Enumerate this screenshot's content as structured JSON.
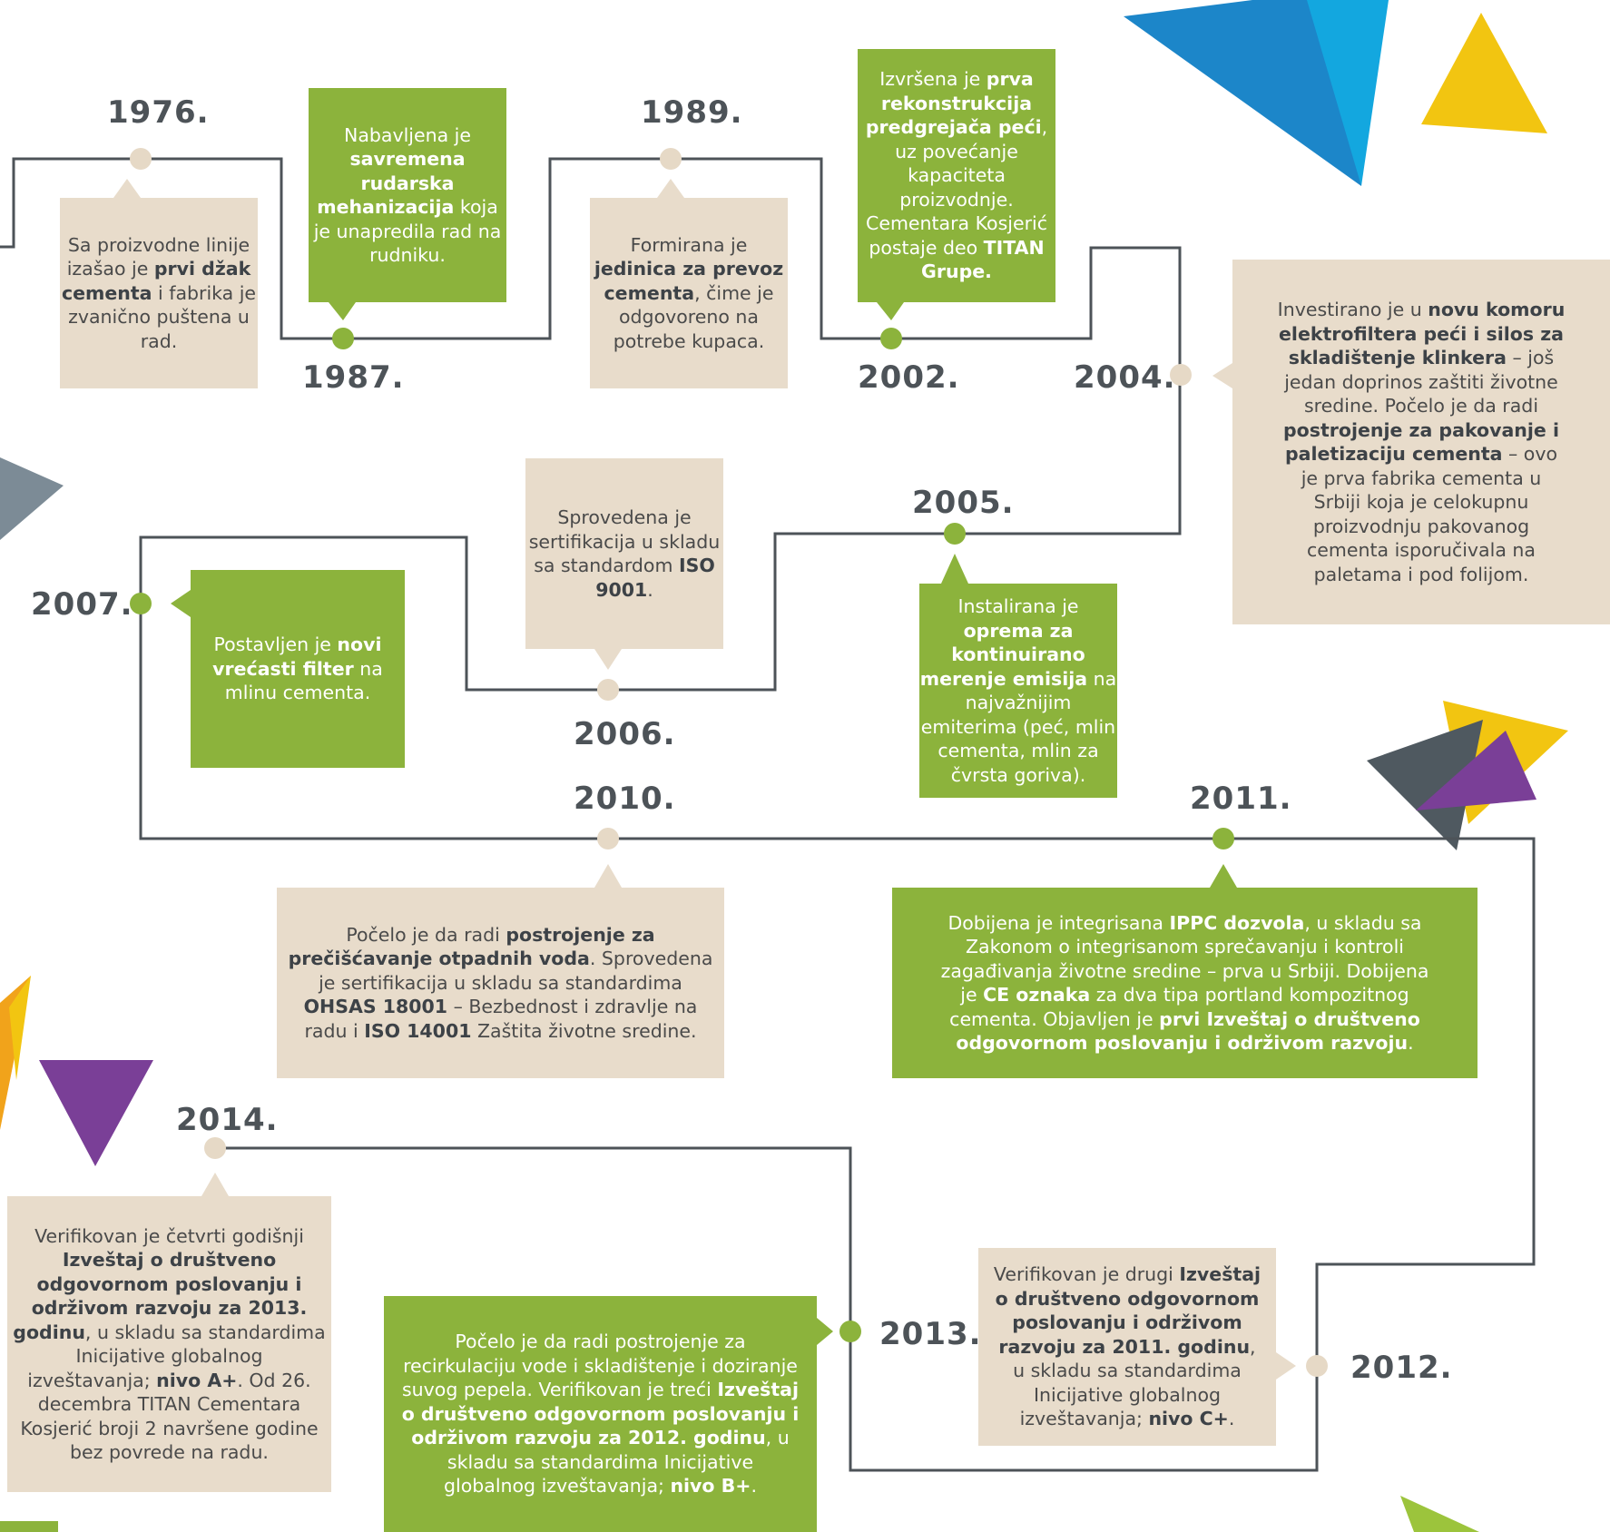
{
  "colors": {
    "line": "#4d5358",
    "beige": "#e8dccb",
    "green": "#8cb33c",
    "node_beige": "#e6d9c6",
    "node_green": "#8cb33c",
    "year_text": "#4d5358",
    "blue": "#1c86c9",
    "cyan": "#13a7df",
    "yellow": "#f2c511",
    "purple": "#7a3f97",
    "slate": "#4f5960",
    "gray": "#7c8b96",
    "orange": "#f1a31b"
  },
  "milestones": [
    {
      "year": "1976.",
      "color": "beige",
      "parts": [
        {
          "t": "Sa proizvodne linije izašao je "
        },
        {
          "t": "prvi džak cementa",
          "b": true
        },
        {
          "t": " i fabrika je zvanično puštena u rad."
        }
      ]
    },
    {
      "year": "1987.",
      "color": "green",
      "parts": [
        {
          "t": "Nabavljena je "
        },
        {
          "t": "savremena rudarska mehanizacija",
          "b": true
        },
        {
          "t": " koja je unapredila rad na rudniku."
        }
      ]
    },
    {
      "year": "1989.",
      "color": "beige",
      "parts": [
        {
          "t": "Formirana je "
        },
        {
          "t": "jedinica za prevoz cementa",
          "b": true
        },
        {
          "t": ", čime je odgovoreno na potrebe kupaca."
        }
      ]
    },
    {
      "year": "2002.",
      "color": "green",
      "parts": [
        {
          "t": "Izvršena je "
        },
        {
          "t": "prva rekonstrukcija predgrejača peći",
          "b": true
        },
        {
          "t": ", uz povećanje kapaciteta proizvodnje. Cementara Kosjerić postaje deo "
        },
        {
          "t": "TITAN Grupe.",
          "b": true
        }
      ]
    },
    {
      "year": "2004.",
      "color": "beige",
      "parts": [
        {
          "t": "Investirano je u "
        },
        {
          "t": "novu komoru elektrofiltera peći i silos za skladištenje klinkera",
          "b": true
        },
        {
          "t": " – još jedan doprinos zaštiti životne sredine. Počelo je da radi "
        },
        {
          "t": "postrojenje za pakovanje i paletizaciju cementa",
          "b": true
        },
        {
          "t": " – ovo je prva fabrika cementa u Srbiji koja je celokupnu proizvodnju pakovanog cementa isporučivala na paletama i pod folijom."
        }
      ]
    },
    {
      "year": "2005.",
      "color": "green",
      "parts": [
        {
          "t": "Instalirana je "
        },
        {
          "t": "oprema za kontinuirano merenje emisija",
          "b": true
        },
        {
          "t": " na najvažnijim emiterima (peć, mlin cementa, mlin za čvrsta goriva)."
        }
      ]
    },
    {
      "year": "2006.",
      "color": "beige",
      "parts": [
        {
          "t": "Sprovedena je sertifikacija u skladu sa standardom "
        },
        {
          "t": "ISO 9001",
          "b": true
        },
        {
          "t": "."
        }
      ]
    },
    {
      "year": "2007.",
      "color": "green",
      "parts": [
        {
          "t": "Postavljen je "
        },
        {
          "t": "novi vrećasti filter",
          "b": true
        },
        {
          "t": " na mlinu cementa."
        }
      ]
    },
    {
      "year": "2010.",
      "color": "beige",
      "parts": [
        {
          "t": "Počelo je da radi "
        },
        {
          "t": "postrojenje za prečišćavanje otpadnih voda",
          "b": true
        },
        {
          "t": ". Sprovedena je sertifikacija u skladu sa standardima "
        },
        {
          "t": "OHSAS 18001",
          "b": true
        },
        {
          "t": " – Bezbednost i zdravlje na radu i "
        },
        {
          "t": "ISO 14001",
          "b": true
        },
        {
          "t": " Zaštita životne sredine."
        }
      ]
    },
    {
      "year": "2011.",
      "color": "green",
      "parts": [
        {
          "t": "Dobijena je integrisana "
        },
        {
          "t": "IPPC dozvola",
          "b": true
        },
        {
          "t": ", u skladu sa Zakonom o integrisanom sprečavanju i kontroli zagađivanja životne sredine – prva u Srbiji. Dobijena je "
        },
        {
          "t": "CE oznaka",
          "b": true
        },
        {
          "t": " za dva tipa portland kompozitnog cementa. Objavljen je "
        },
        {
          "t": "prvi Izveštaj o društveno odgovornom poslovanju i održivom razvoju",
          "b": true
        },
        {
          "t": "."
        }
      ]
    },
    {
      "year": "2012.",
      "color": "beige",
      "parts": [
        {
          "t": "Verifikovan je drugi "
        },
        {
          "t": "Izveštaj o društveno odgovornom poslovanju i održivom razvoju za 2011. godinu",
          "b": true
        },
        {
          "t": ", u skladu sa standardima Inicijative globalnog izveštavanja; "
        },
        {
          "t": "nivo C+",
          "b": true
        },
        {
          "t": "."
        }
      ]
    },
    {
      "year": "2013.",
      "color": "green",
      "parts": [
        {
          "t": "Počelo je da radi postrojenje za recirkulaciju vode i skladištenje i doziranje suvog pepela. Verifikovan je treći "
        },
        {
          "t": "Izveštaj o društveno odgovornom poslovanju i održivom razvoju za 2012. godinu",
          "b": true
        },
        {
          "t": ", u skladu sa standardima Inicijative globalnog izveštavanja; "
        },
        {
          "t": "nivo B+",
          "b": true
        },
        {
          "t": "."
        }
      ]
    },
    {
      "year": "2014.",
      "color": "beige",
      "parts": [
        {
          "t": "Verifikovan je četvrti godišnji "
        },
        {
          "t": "Izveštaj o društveno odgovornom poslovanju i održivom razvoju za 2013. godinu",
          "b": true
        },
        {
          "t": ", u skladu sa standardima Inicijative globalnog izveštavanja; "
        },
        {
          "t": "nivo A+",
          "b": true
        },
        {
          "t": ". Od 26. decembra TITAN Cementara Kosjerić broji 2 navršene godine bez povrede na radu."
        }
      ]
    }
  ]
}
